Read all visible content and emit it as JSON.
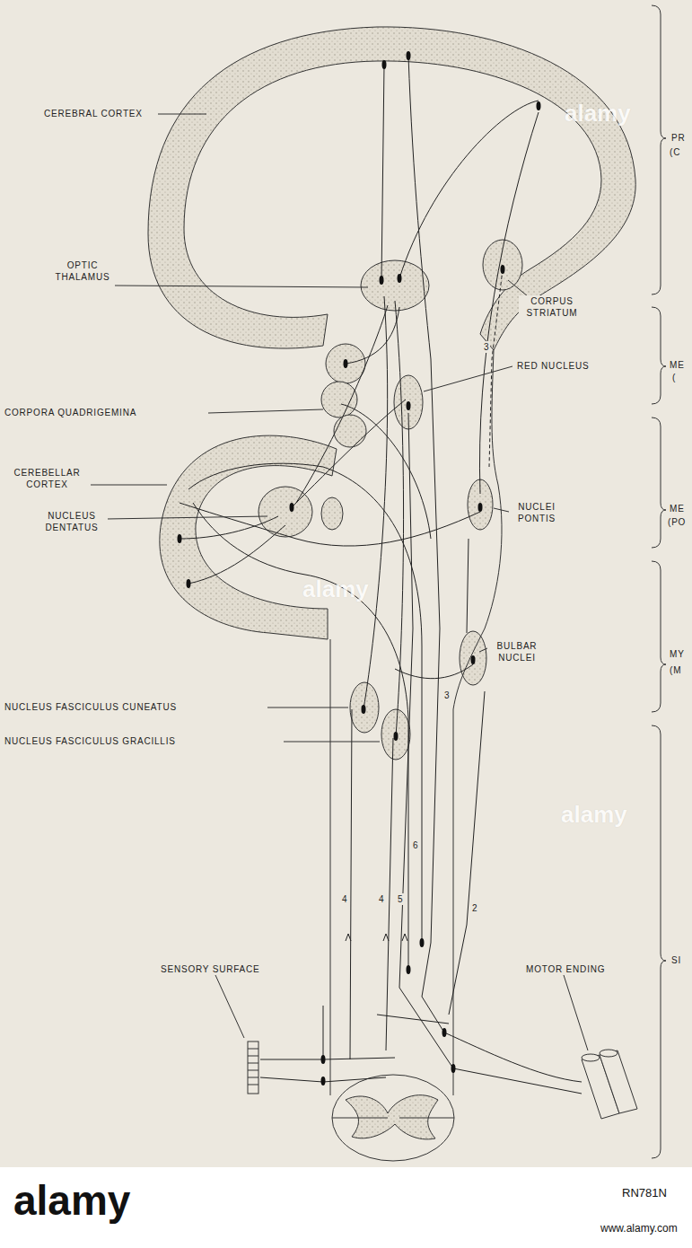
{
  "diagram": {
    "labels": [
      "CEREBRAL CORTEX",
      "OPTIC THALAMUS",
      "CORPUS STRIATUM",
      "RED NUCLEUS",
      "CORPORA QUADRIGEMINA",
      "CEREBELLAR CORTEX",
      "NUCLEUS DENTATUS",
      "NUCLEI PONTIS",
      "BULBAR NUCLEI",
      "NUCLEUS FASCICULUS CUNEATUS",
      "NUCLEUS FASCICULUS GRACILLIS",
      "SENSORY SURFACE",
      "MOTOR ENDING",
      "PR",
      "(C",
      "ME",
      "(",
      "ME",
      "(PO",
      "MY",
      "(M",
      "SI",
      "3",
      "3",
      "4",
      "4",
      "5",
      "6",
      "2",
      "alamy",
      "alamy",
      "alamy",
      "alamy",
      "RN781N",
      "www.alamy.com"
    ]
  }
}
